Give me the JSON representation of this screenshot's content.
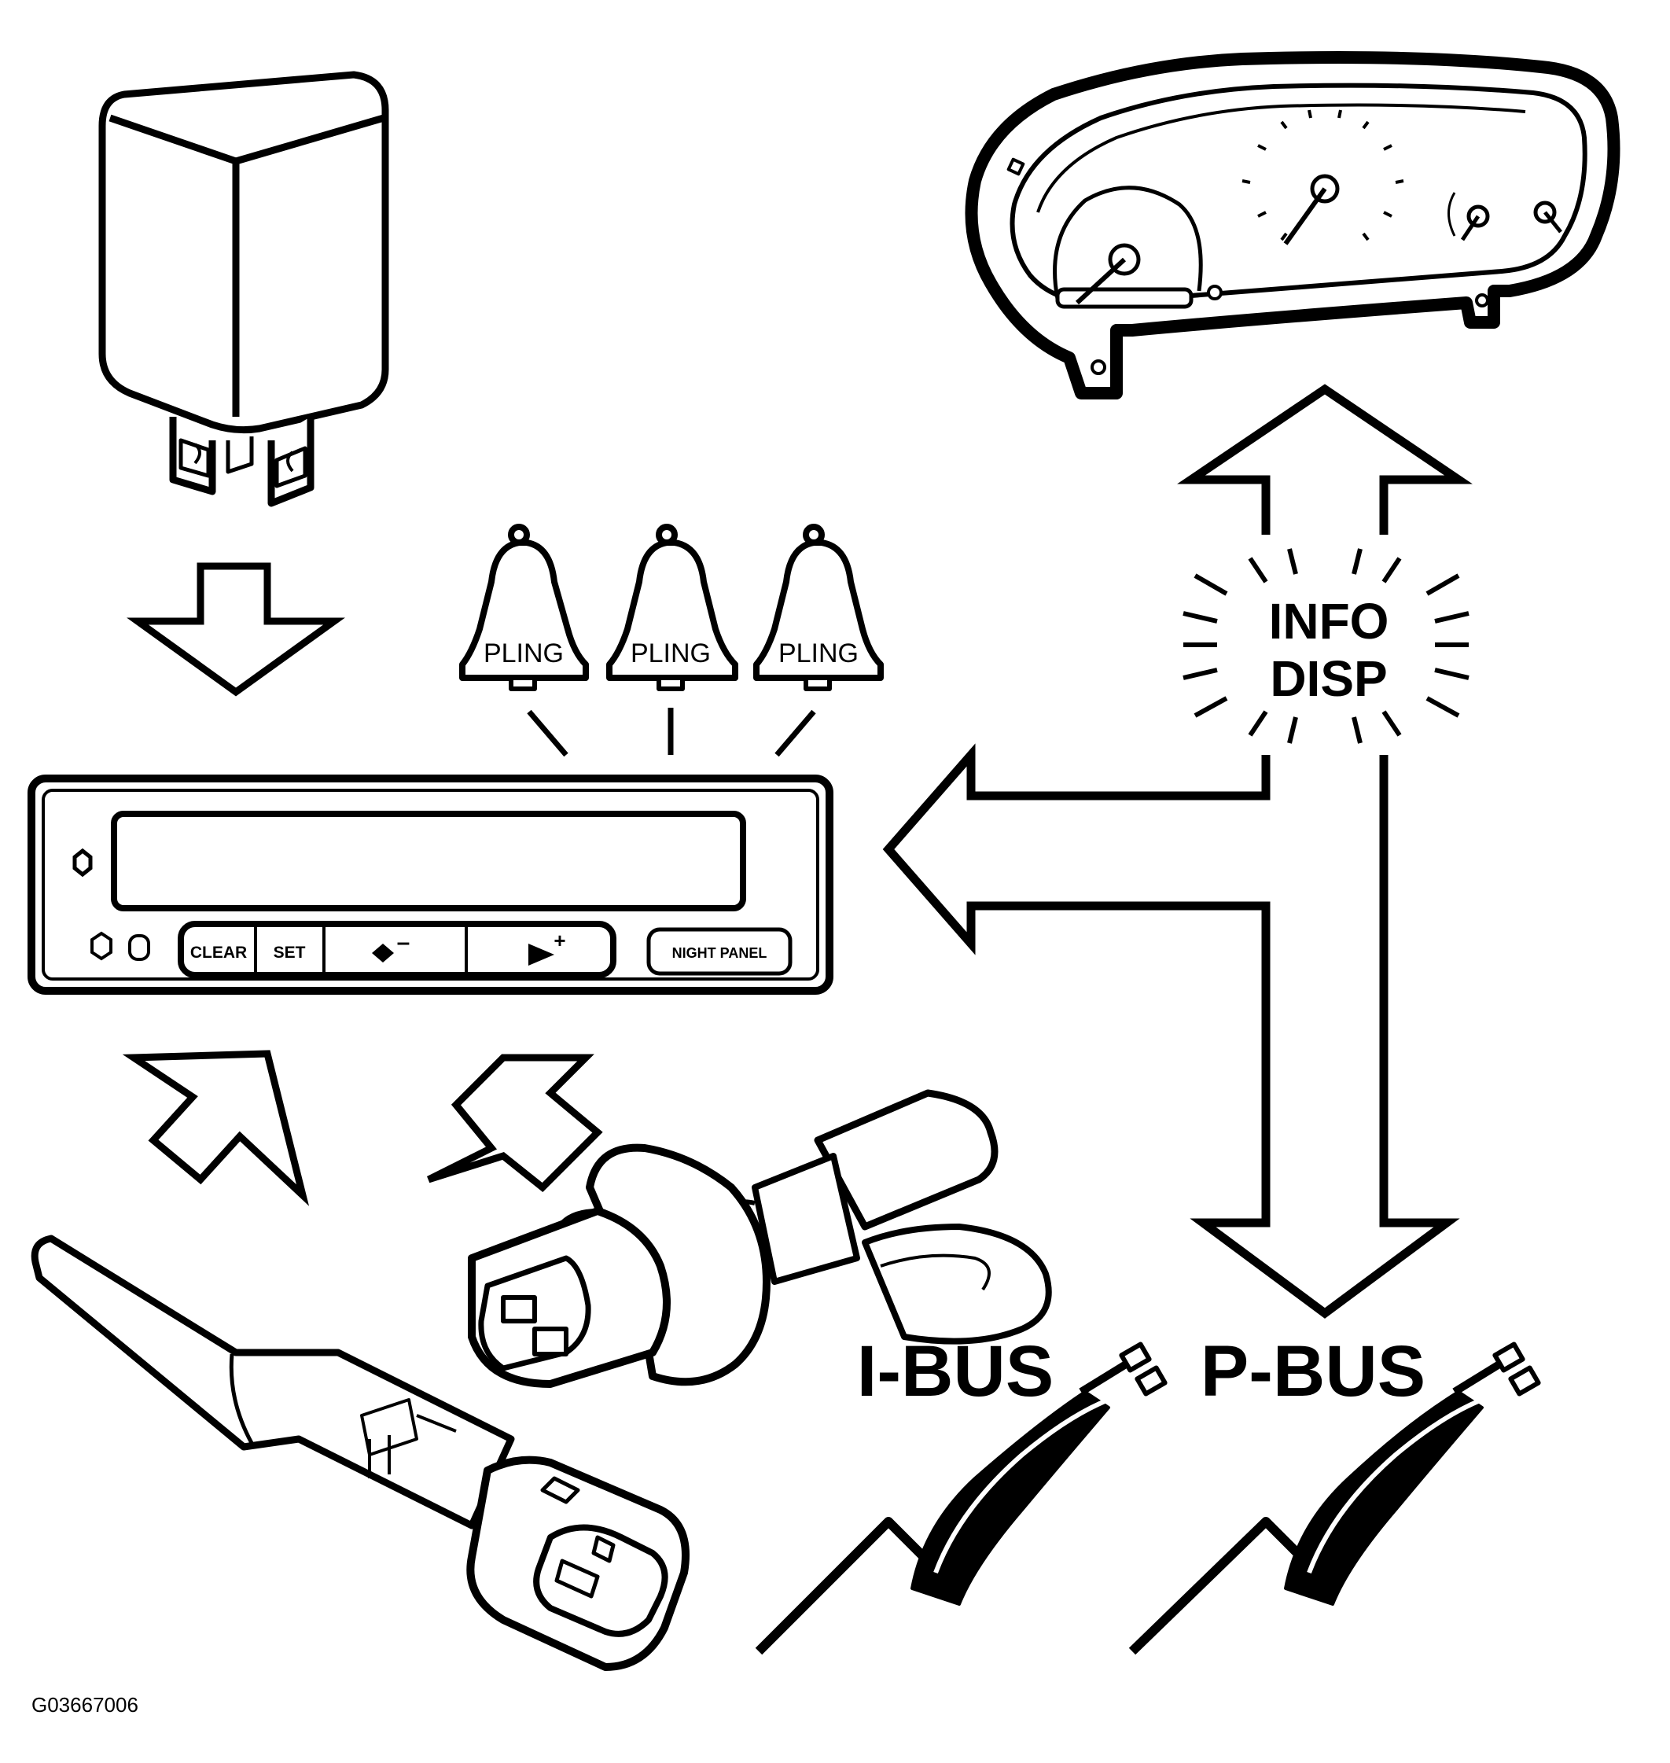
{
  "diagram_code": "G03667006",
  "labels": {
    "info_disp_line1": "INFO",
    "info_disp_line2": "DISP",
    "i_bus": "I-BUS",
    "p_bus": "P-BUS",
    "chime_1": "PLING",
    "chime_2": "PLING",
    "chime_3": "PLING"
  },
  "sid_panel": {
    "buttons": {
      "clear": "CLEAR",
      "set": "SET",
      "minus": "–",
      "plus": "+",
      "night_panel": "NIGHT PANEL"
    }
  },
  "icons": {
    "relay": "relay-icon",
    "instrument_cluster": "instrument-cluster-icon",
    "bell": "bell-icon",
    "temperature_sensor": "temperature-sensor-icon",
    "outside_sensor": "outside-temperature-sensor-icon",
    "bus_connector": "bus-connector-icon"
  },
  "colors": {
    "line": "#000000",
    "background": "#ffffff"
  }
}
